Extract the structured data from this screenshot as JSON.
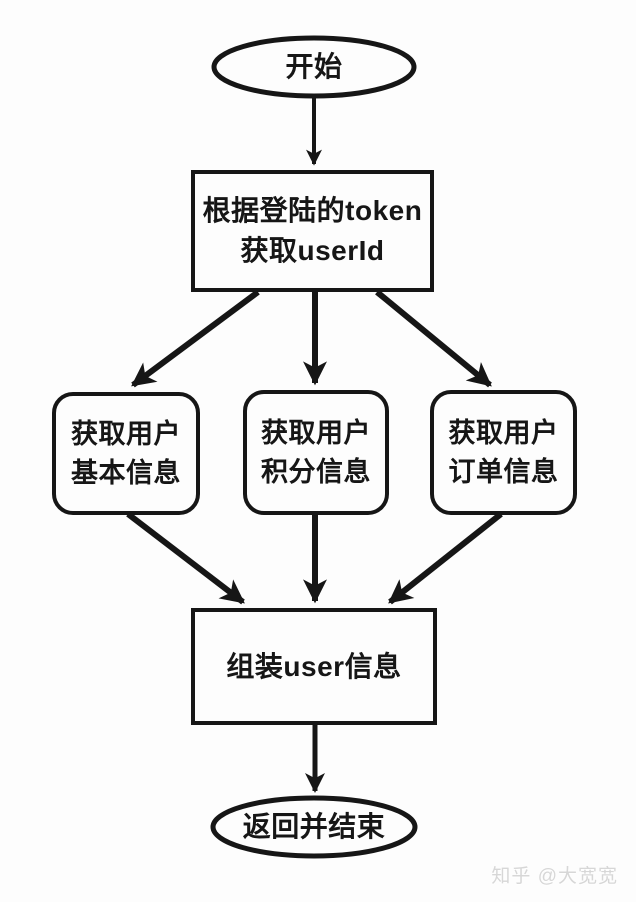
{
  "diagram": {
    "type": "flowchart",
    "nodes": {
      "start": {
        "shape": "terminator",
        "label": "开始"
      },
      "get_userid": {
        "shape": "process",
        "label": "根据登陆的token\n获取userId"
      },
      "basic_info": {
        "shape": "rounded",
        "label": "获取用户\n基本信息"
      },
      "points_info": {
        "shape": "rounded",
        "label": "获取用户\n积分信息"
      },
      "order_info": {
        "shape": "rounded",
        "label": "获取用户\n订单信息"
      },
      "assemble": {
        "shape": "process",
        "label": "组装user信息"
      },
      "end": {
        "shape": "terminator",
        "label": "返回并结束"
      }
    },
    "edges": [
      {
        "from": "start",
        "to": "get_userid"
      },
      {
        "from": "get_userid",
        "to": "basic_info"
      },
      {
        "from": "get_userid",
        "to": "points_info"
      },
      {
        "from": "get_userid",
        "to": "order_info"
      },
      {
        "from": "basic_info",
        "to": "assemble"
      },
      {
        "from": "points_info",
        "to": "assemble"
      },
      {
        "from": "order_info",
        "to": "assemble"
      },
      {
        "from": "assemble",
        "to": "end"
      }
    ],
    "colors": {
      "stroke": "#161616",
      "background": "#fdfdfd",
      "watermark_text": "#d7d7d7"
    }
  },
  "watermark": {
    "text": "知乎 @大宽宽"
  }
}
